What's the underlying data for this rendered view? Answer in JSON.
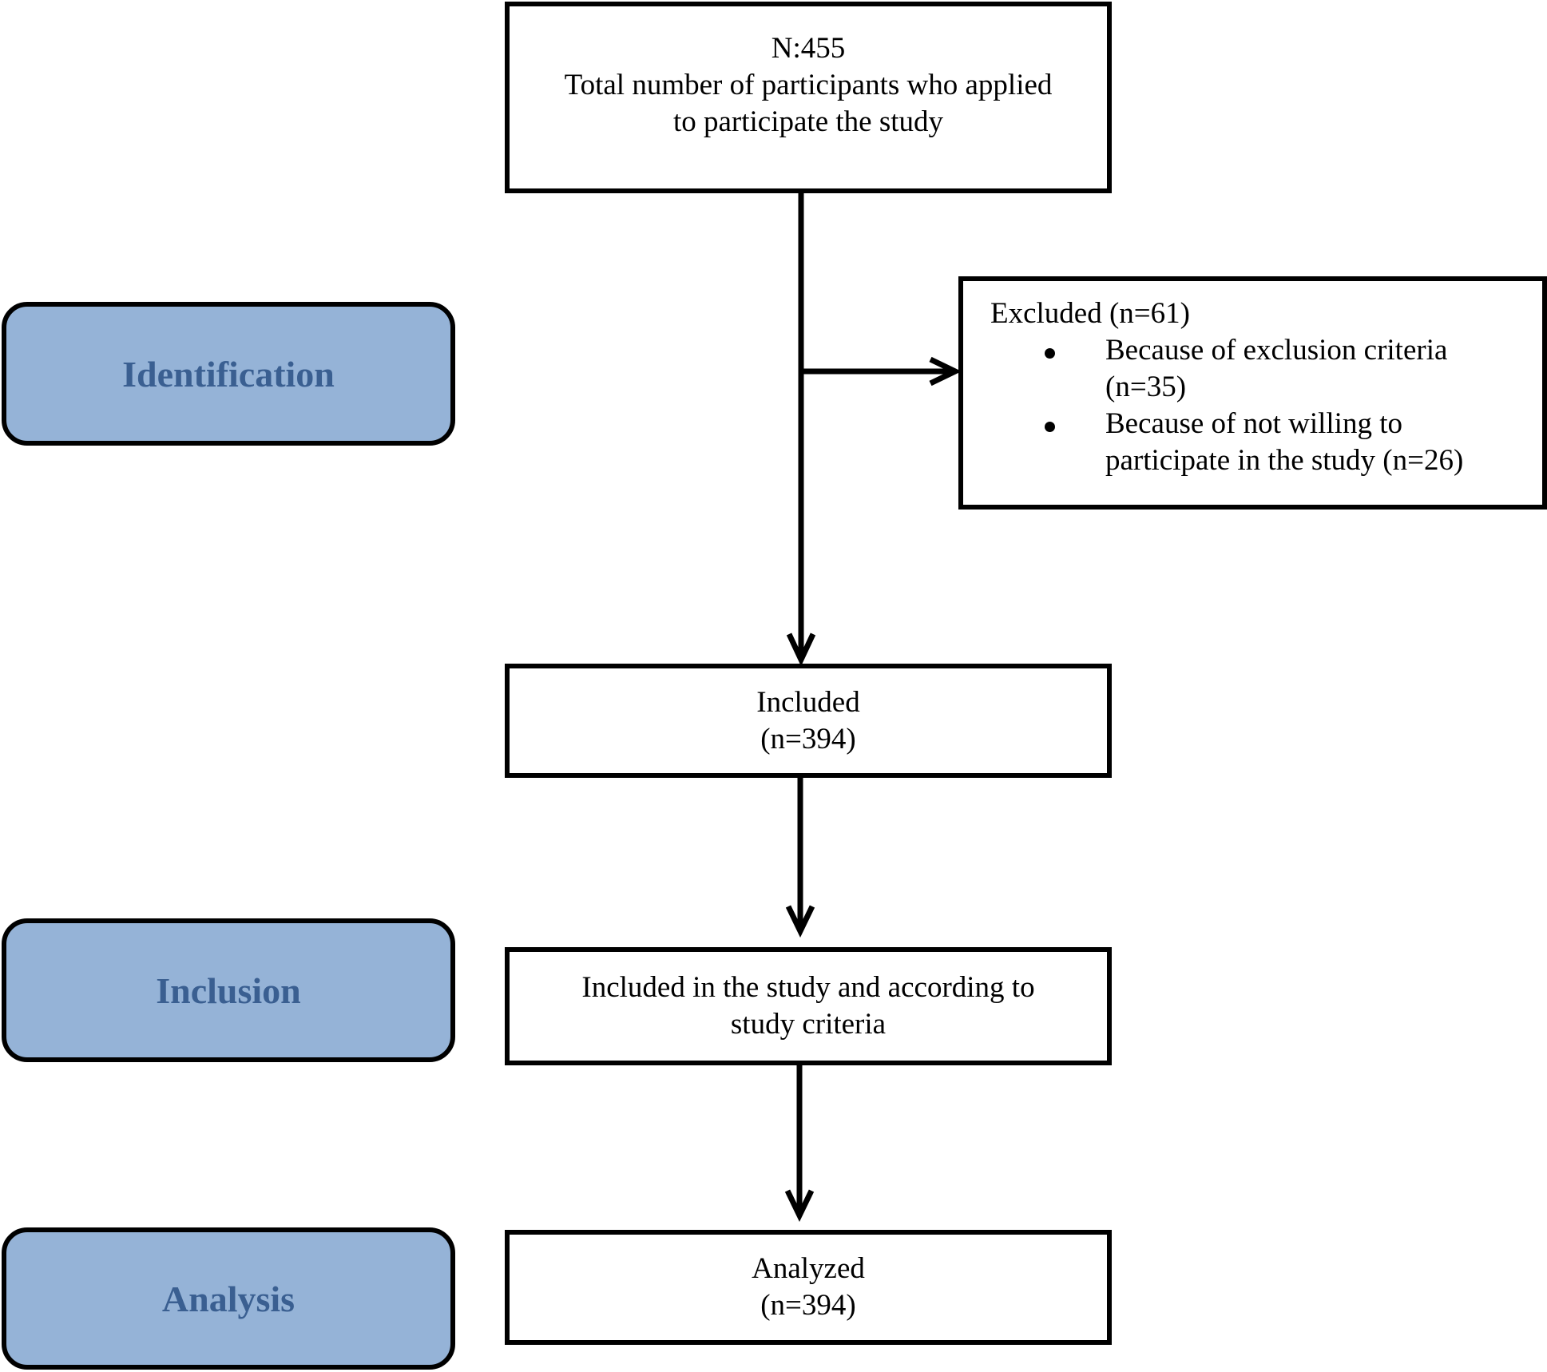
{
  "stages": {
    "identification": "Identification",
    "inclusion": "Inclusion",
    "analysis": "Analysis"
  },
  "boxes": {
    "total": {
      "lines": [
        "N:455",
        "Total number of participants who applied",
        "to participate the study"
      ]
    },
    "excluded": {
      "title": "Excluded (n=61)",
      "items": [
        {
          "lines": [
            "Because of exclusion criteria",
            "(n=35)"
          ]
        },
        {
          "lines": [
            "Because of not willing to",
            "participate in the study (n=26)"
          ]
        }
      ]
    },
    "included": {
      "lines": [
        "Included",
        "(n=394)"
      ]
    },
    "criteria": {
      "lines": [
        "Included in the study and according to",
        "study criteria"
      ]
    },
    "analyzed": {
      "lines": [
        "Analyzed",
        "(n=394)"
      ]
    }
  },
  "colors": {
    "stage_fill": "#95b3d7",
    "stage_text": "#3a5f91",
    "border": "#000000"
  }
}
